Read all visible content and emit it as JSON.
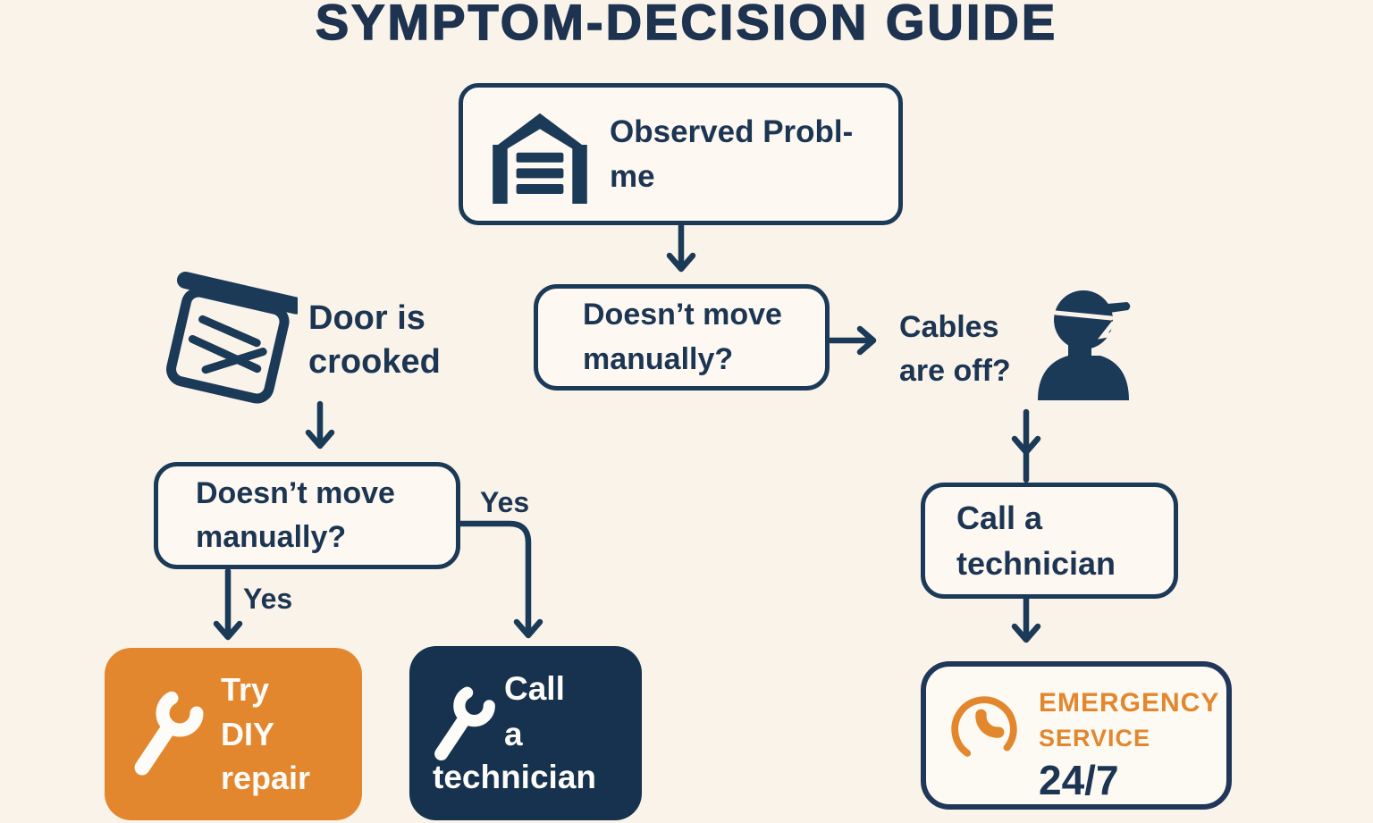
{
  "title": "SYMPTOM-DECISION GUIDE",
  "colors": {
    "navy": "#1b3a57",
    "navy_dark": "#16324e",
    "orange": "#e2872e",
    "background": "#faf3ea",
    "box_fill": "#fdf8f1",
    "white_text": "#fdfcf8"
  },
  "flow": {
    "observed": {
      "label": "Observed Probl-\nme",
      "icon": "garage-door-icon"
    },
    "center_question": {
      "label": "Doesn’t move\nmanually?"
    },
    "cables": {
      "label": "Cables\nare off?",
      "icon": "technician-icon"
    },
    "door_crooked": {
      "label": "Door is\ncrooked",
      "icon": "crooked-door-icon"
    },
    "left_question": {
      "label": "Doesn’t move\nmanually?"
    },
    "yes_branch": "Yes",
    "yes_down": "Yes",
    "try_diy": {
      "label": "Try\nDIY\nrepair",
      "icon": "wrench-icon"
    },
    "call_tech_dark": {
      "label_top": "Call\na",
      "label_bottom": "technician",
      "icon": "wrench-icon"
    },
    "call_tech_right": {
      "label": "Call a\ntechnician"
    },
    "emergency": {
      "line1": "EMERGENCY",
      "line2": "SERVICE",
      "line3": "24/7",
      "icon": "phone-icon"
    }
  }
}
